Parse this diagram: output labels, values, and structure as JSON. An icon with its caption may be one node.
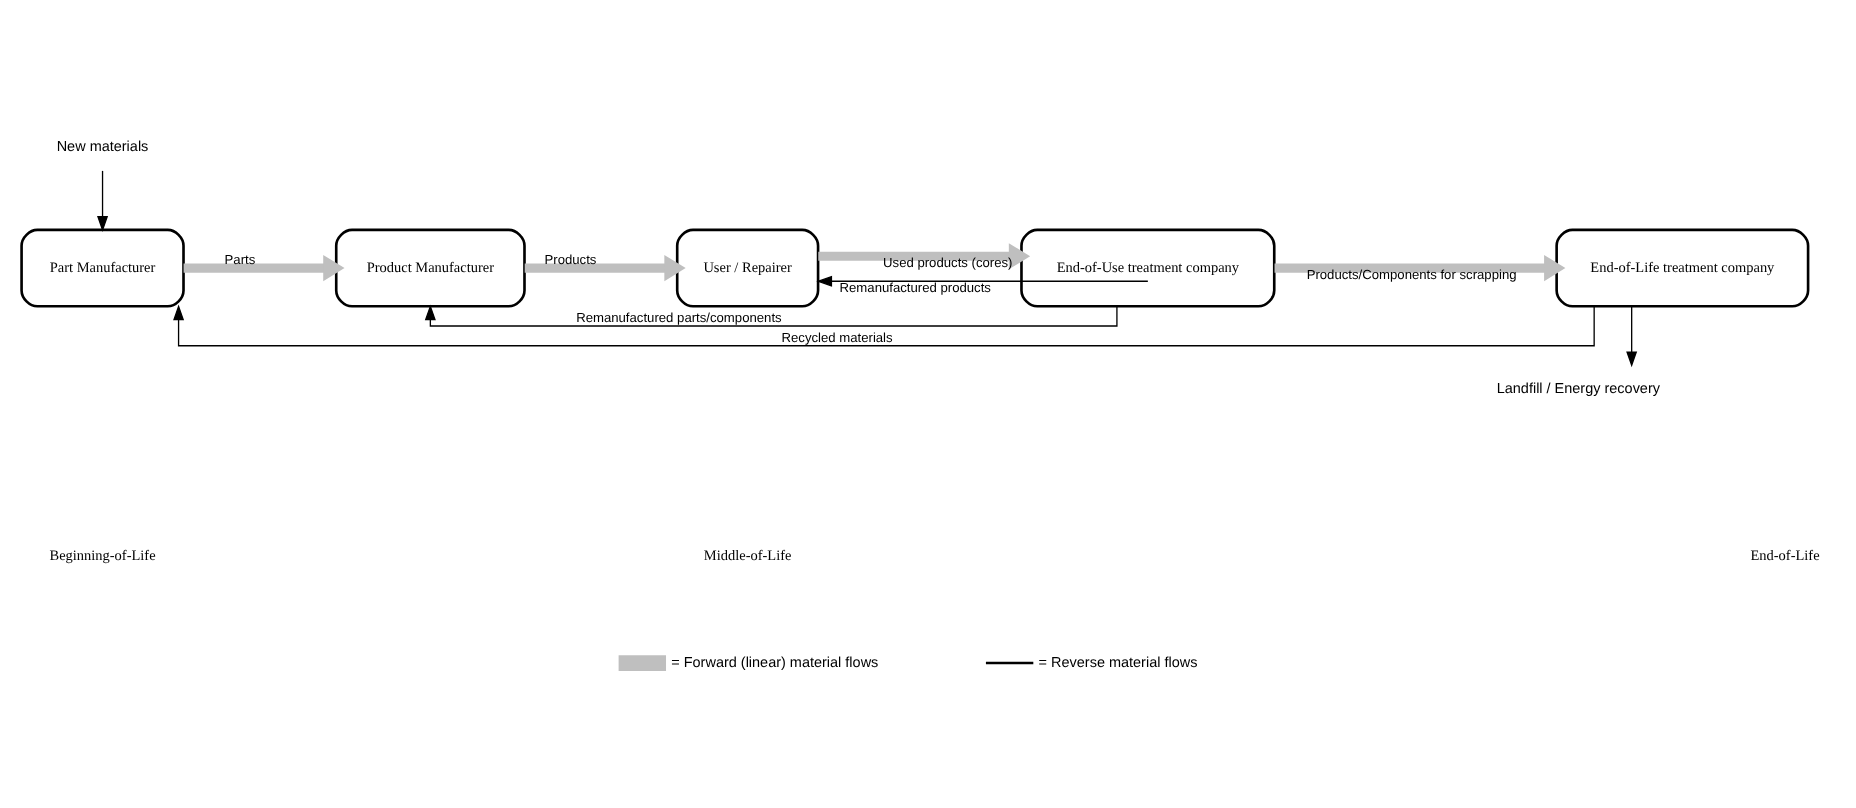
{
  "diagram": {
    "nodes": [
      {
        "text": [
          "Part Manufacturer"
        ]
      },
      {
        "text": [
          "Product Manufacturer"
        ]
      },
      {
        "text": [
          "User / Repairer"
        ]
      },
      {
        "text": [
          "End-of-Use treatment company"
        ]
      },
      {
        "text": [
          "End-of-Life treatment company"
        ]
      },
      {
        "text": [
          "New materials"
        ]
      },
      {
        "text": [
          "Landfill / Energy recovery"
        ]
      }
    ],
    "edges": [
      {
        "from": 0,
        "to": 1,
        "arrow": "to",
        "label": "Parts",
        "style": "thick",
        "color": "#bfbfbf"
      },
      {
        "from": 1,
        "to": 2,
        "arrow": "to",
        "label": "Products",
        "style": "thick",
        "color": "#bfbfbf"
      },
      {
        "from": 2,
        "to": 3,
        "arrow": "to",
        "label": "Used products (cores)",
        "style": "thick",
        "color": "#bfbfbf"
      },
      {
        "from": 3,
        "to": 4,
        "arrow": "to",
        "label": "Products/Components for scrapping",
        "style": "thick",
        "color": "#bfbfbf"
      },
      {
        "from": 5,
        "to": 0,
        "arrow": "to"
      },
      {
        "from": 4,
        "to": 6,
        "arrow": "to"
      },
      {
        "from": 3,
        "to": 2,
        "arrow": "to",
        "label": "Remanufactured products"
      },
      {
        "from": 3,
        "to": 1,
        "arrow": "to",
        "label": "Remanufactured parts/components"
      },
      {
        "from": 4,
        "to": 0,
        "arrow": "to",
        "label": "Recycled materials"
      }
    ],
    "labels": [
      "Beginning-of-Life",
      "Middle-of-Life",
      "End-of-Life"
    ],
    "legend": [
      {
        "text": "= Forward (linear) material flows"
      },
      {
        "text": "= Reverse material flows"
      }
    ]
  }
}
